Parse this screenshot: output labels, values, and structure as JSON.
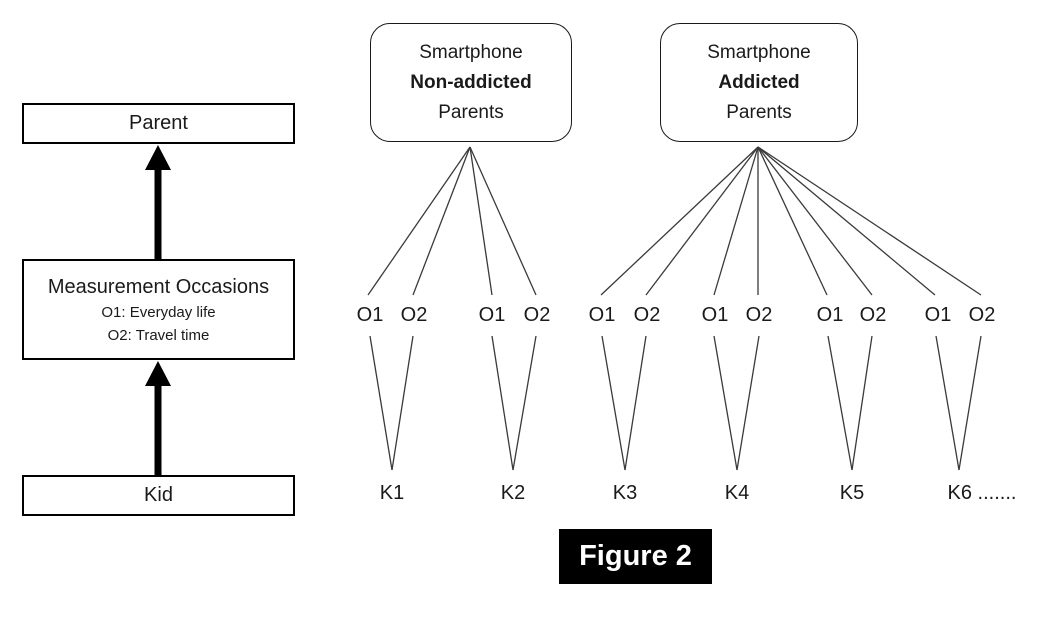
{
  "figure": {
    "caption": "Figure 2"
  },
  "left_panel": {
    "parent_label": "Parent",
    "measurement": {
      "title": "Measurement Occasions",
      "occasion1": "O1: Everyday life",
      "occasion2": "O2: Travel time"
    },
    "kid_label": "Kid"
  },
  "groups": [
    {
      "line1": "Smartphone",
      "line2": "Non-addicted",
      "line3": "Parents"
    },
    {
      "line1": "Smartphone",
      "line2": "Addicted",
      "line3": "Parents"
    }
  ],
  "occasions": [
    "O1",
    "O2",
    "O1",
    "O2",
    "O1",
    "O2",
    "O1",
    "O2",
    "O1",
    "O2",
    "O1",
    "O2"
  ],
  "kids": [
    "K1",
    "K2",
    "K3",
    "K4",
    "K5",
    "K6 ......."
  ],
  "colors": {
    "line": "#3a3a3a",
    "box_border": "#000000",
    "caption_bg": "#000000",
    "caption_text": "#ffffff"
  }
}
